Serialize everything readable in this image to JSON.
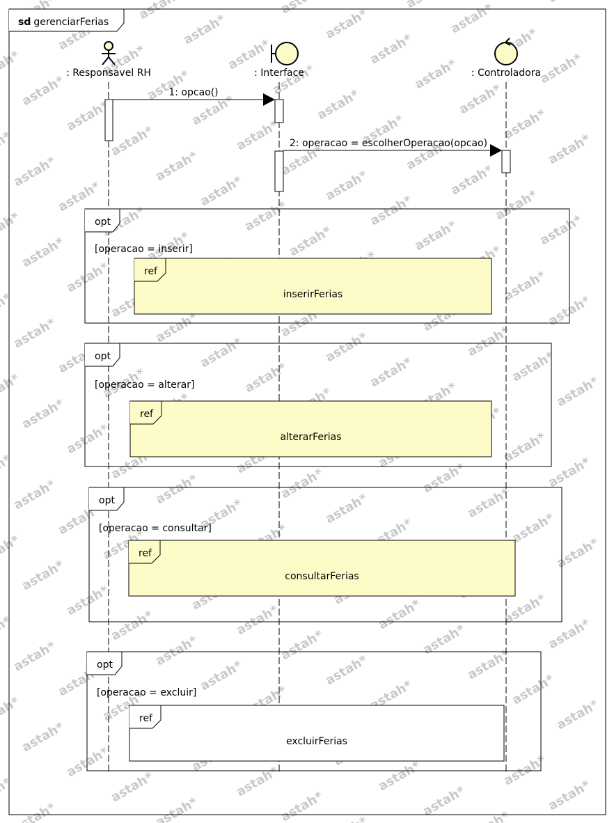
{
  "frame": {
    "keyword": "sd",
    "name": "gerenciarFerias"
  },
  "watermark": "astah*",
  "lifelines": [
    {
      "kind": "actor",
      "label": ": Responsavel RH"
    },
    {
      "kind": "boundary",
      "label": ": Interface"
    },
    {
      "kind": "control",
      "label": ": Controladora"
    }
  ],
  "messages": [
    {
      "label": "1: opcao()",
      "from": ": Responsavel RH",
      "to": ": Interface"
    },
    {
      "label": "2: operacao = escolherOperacao(opcao)",
      "from": ": Interface",
      "to": ": Controladora"
    }
  ],
  "fragments": [
    {
      "operator": "opt",
      "guard": "[operacao = inserir]",
      "ref_keyword": "ref",
      "ref_name": "inserirFerias",
      "ref_fill": "yellow"
    },
    {
      "operator": "opt",
      "guard": "[operacao = alterar]",
      "ref_keyword": "ref",
      "ref_name": "alterarFerias",
      "ref_fill": "yellow"
    },
    {
      "operator": "opt",
      "guard": "[operacao = consultar]",
      "ref_keyword": "ref",
      "ref_name": "consultarFerias",
      "ref_fill": "yellow"
    },
    {
      "operator": "opt",
      "guard": "[operacao = excluir]",
      "ref_keyword": "ref",
      "ref_name": "excluirFerias",
      "ref_fill": "white"
    }
  ],
  "colors": {
    "element_fill": "#fdfbc8",
    "ref_fill_yellow": "#fdfbc8",
    "ref_fill_white": "#ffffff",
    "watermark": "#c9c9c9",
    "line": "#000000"
  }
}
